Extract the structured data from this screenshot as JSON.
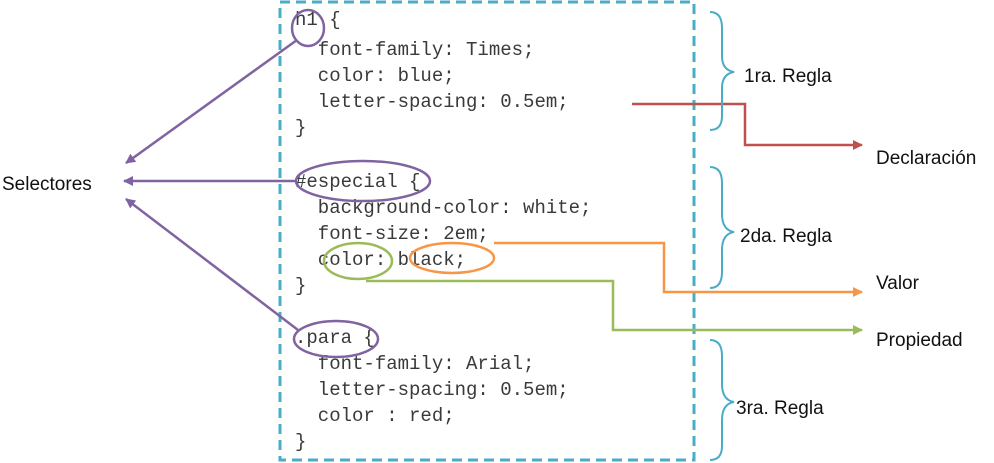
{
  "rules": [
    {
      "lines": [
        "h1 {",
        "  font-family: Times;",
        "  color: blue;",
        "  letter-spacing: 0.5em;",
        "}"
      ],
      "label": "1ra. Regla"
    },
    {
      "lines": [
        "#especial {",
        "  background-color: white;",
        "  font-size: 2em;",
        "  color: black;",
        "}"
      ],
      "label": "2da. Regla"
    },
    {
      "lines": [
        ".para {",
        "  font-family: Arial;",
        "  letter-spacing: 0.5em;",
        "  color : red;",
        "}"
      ],
      "label": "3ra. Regla"
    }
  ],
  "annotations": {
    "selectores": "Selectores",
    "declaracion": "Declaración",
    "valor": "Valor",
    "propiedad": "Propiedad"
  },
  "colors": {
    "box_border": "#4BACC6",
    "selector": "#8064A2",
    "declaration": "#C0504D",
    "value": "#F79646",
    "property": "#9BBB59",
    "brace": "#4BACC6"
  }
}
